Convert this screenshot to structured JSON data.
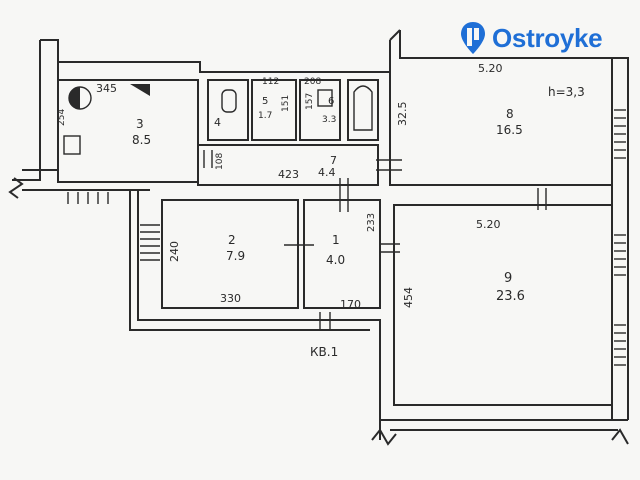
{
  "brand": {
    "name": "Ostroyke",
    "color": "#1f6fd6",
    "icon": "map-pin-icon"
  },
  "ceiling_height": "h=3,3",
  "apartment_label": "КВ.1",
  "rooms": [
    {
      "id": "room-1",
      "number": "1",
      "area": "4.0"
    },
    {
      "id": "room-2",
      "number": "2",
      "area": "7.9"
    },
    {
      "id": "room-3",
      "number": "3",
      "area": "8.5"
    },
    {
      "id": "room-4",
      "number": "4",
      "area": ""
    },
    {
      "id": "room-5",
      "number": "5",
      "area": "1.7"
    },
    {
      "id": "room-6",
      "number": "6",
      "area": "3.3"
    },
    {
      "id": "room-7",
      "number": "7",
      "area": "4.4"
    },
    {
      "id": "room-8",
      "number": "8",
      "area": "16.5"
    },
    {
      "id": "room-9",
      "number": "9",
      "area": "23.6"
    }
  ],
  "dimensions": [
    "345",
    "254",
    "5.20",
    "32.5",
    "423",
    "108",
    "5.20",
    "240",
    "330",
    "233",
    "170",
    "454",
    "112",
    "151",
    "208",
    "157"
  ],
  "colors": {
    "ink": "#2a2a2a",
    "paper": "#f7f7f5"
  }
}
